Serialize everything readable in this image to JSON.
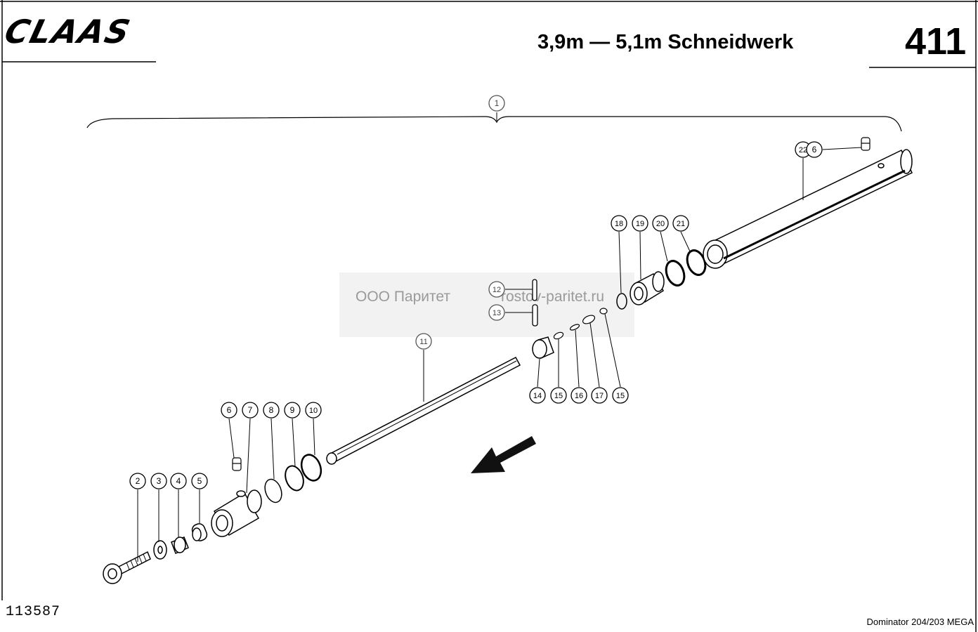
{
  "header": {
    "logo": "CLAAS",
    "title": "3,9m — 5,1m Schneidwerk",
    "page_number": "411"
  },
  "footer": {
    "drawing_number": "113587",
    "machine": "Dominator 204/203 MEGA"
  },
  "watermark": {
    "left": "ООО Паритет",
    "right": "rostov-paritet.ru"
  },
  "callouts": [
    "1",
    "2",
    "3",
    "4",
    "5",
    "6",
    "7",
    "8",
    "9",
    "10",
    "11",
    "12",
    "13",
    "14",
    "15",
    "16",
    "17",
    "15",
    "18",
    "19",
    "20",
    "21",
    "22",
    "6"
  ]
}
